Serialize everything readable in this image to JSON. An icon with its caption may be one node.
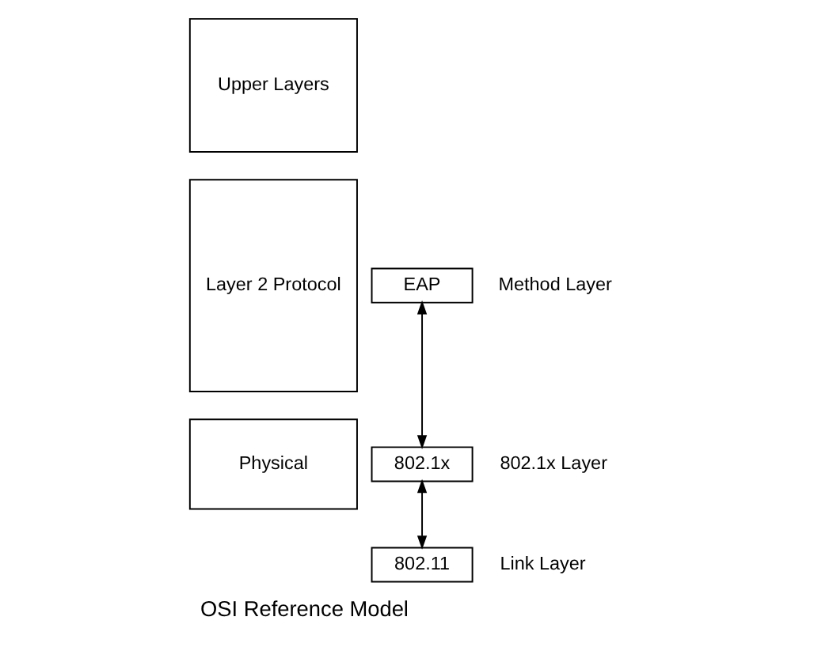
{
  "diagram": {
    "caption": "OSI Reference Model",
    "nodes": [
      {
        "text": [
          "Upper Layers"
        ]
      },
      {
        "text": [
          "Layer 2 Protocol"
        ]
      },
      {
        "text": [
          "Physical"
        ]
      },
      {
        "text": [
          "EAP"
        ],
        "beside": [
          "Method Layer"
        ]
      },
      {
        "text": [
          "802.1x"
        ],
        "beside": [
          "802.1x Layer"
        ]
      },
      {
        "text": [
          "802.11"
        ],
        "beside": [
          "Link Layer"
        ]
      }
    ],
    "edges": [
      {
        "from": 3,
        "to": 4,
        "arrow": "both"
      },
      {
        "from": 4,
        "to": 5,
        "arrow": "both"
      }
    ]
  }
}
